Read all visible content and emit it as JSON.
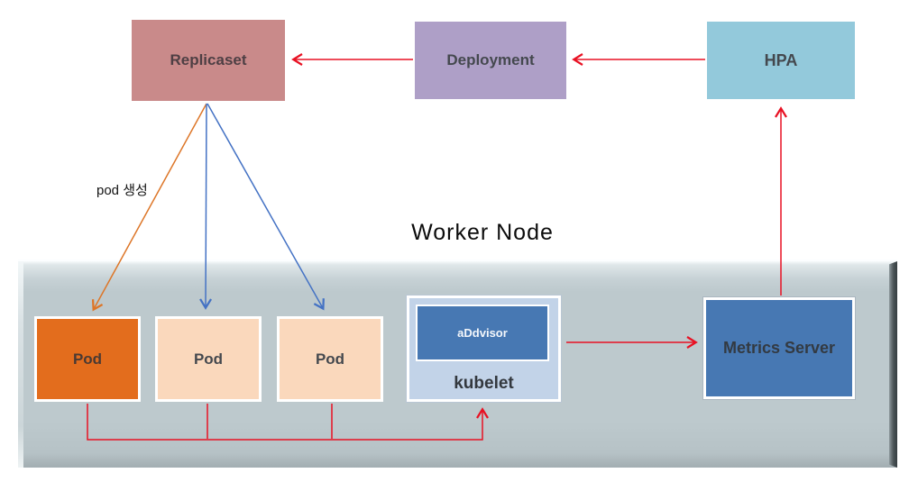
{
  "worker_node_title": "Worker Node",
  "annotations": {
    "pod_creation": "pod 생성"
  },
  "nodes": {
    "replicaset": {
      "label": "Replicaset",
      "color": "#C98A8A"
    },
    "deployment": {
      "label": "Deployment",
      "color": "#AE9FC7"
    },
    "hpa": {
      "label": "HPA",
      "color": "#93C9DB"
    },
    "pod_1": {
      "label": "Pod",
      "color": "#E36D1D"
    },
    "pod_2": {
      "label": "Pod",
      "color": "#FAD8BC"
    },
    "pod_3": {
      "label": "Pod",
      "color": "#FAD8BC"
    },
    "cadvisor": {
      "label": "aDdvisor",
      "color": "#4778B3"
    },
    "kubelet": {
      "label": "kubelet",
      "color": "#C2D3E8"
    },
    "metrics_server": {
      "label": "Metrics Server",
      "color": "#4778B3"
    },
    "worker_node": {
      "label": "Worker Node",
      "color": "#BDC9CD"
    }
  },
  "edges": [
    {
      "from": "deployment",
      "to": "replicaset",
      "color": "#E81123",
      "label": ""
    },
    {
      "from": "hpa",
      "to": "deployment",
      "color": "#E81123",
      "label": ""
    },
    {
      "from": "replicaset",
      "to": "pod_1",
      "color": "#DD7628",
      "label": "pod 생성"
    },
    {
      "from": "replicaset",
      "to": "pod_2",
      "color": "#4472C4",
      "label": ""
    },
    {
      "from": "replicaset",
      "to": "pod_3",
      "color": "#4472C4",
      "label": ""
    },
    {
      "from": "pod_1,pod_2,pod_3",
      "to": "kubelet",
      "color": "#E81123",
      "label": ""
    },
    {
      "from": "kubelet",
      "to": "metrics_server",
      "color": "#E81123",
      "label": ""
    },
    {
      "from": "metrics_server",
      "to": "hpa",
      "color": "#E81123",
      "label": ""
    }
  ]
}
